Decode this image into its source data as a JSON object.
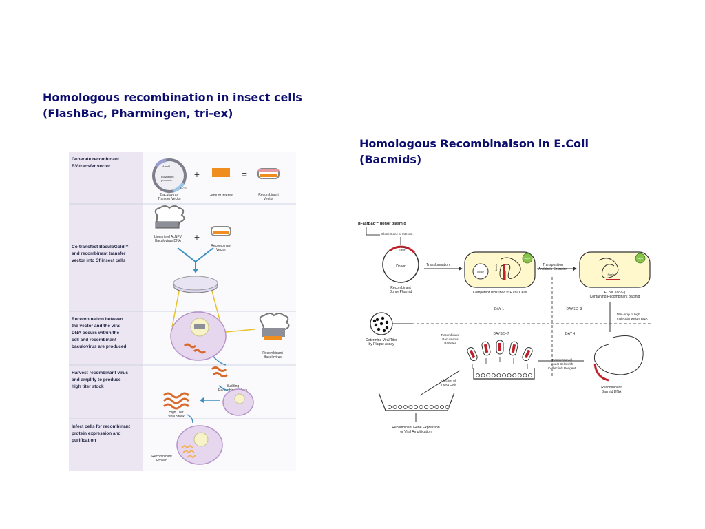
{
  "headings": {
    "left": [
      "Homologous recombination in insect cells",
      "(FlashBac, Pharmingen, tri-ex)"
    ],
    "right": [
      "Homologous Recombinaison in  E.Coli",
      "(Bacmids)"
    ]
  },
  "left_figure": {
    "steps": [
      [
        "Generate recombinant",
        "BV-transfer vector"
      ],
      [
        "Co-transfect BaculoGold™",
        "and recombinant transfer",
        "vector into Sf insect cells"
      ],
      [
        "Recombination between",
        "the vector and the viral",
        "DNA occurs within the",
        "cell and recombinant",
        "baculovirus are produced"
      ],
      [
        "Harvest recombinant virus",
        "and amplify to produce",
        "high titer stock"
      ],
      [
        "Infect cells for recombinant",
        "protein expression and",
        "purification"
      ]
    ],
    "labels": {
      "transfer_vector": [
        "Baculovirus",
        "Transfer Vector"
      ],
      "ampr": "AmpR",
      "polyhedrin": [
        "polyhedrin",
        "promoter"
      ],
      "mcs": "MCS",
      "plus": "+",
      "equals": "=",
      "gene_of_interest": "Gene of Interest",
      "recombinant_vector": [
        "Recombinant",
        "Vector"
      ],
      "linearized": [
        "Linearized AcNPV",
        "Baculovirus DNA"
      ],
      "recombinant_vector2": [
        "Recombinant",
        "Vector"
      ],
      "recombinant_baculovirus": [
        "Recombinant",
        "Baculovirus"
      ],
      "budding": [
        "Budding",
        "Recombinant Virus"
      ],
      "high_titer": [
        "High Titer",
        "Viral Stock"
      ],
      "recombinant_protein": [
        "Recombinant",
        "Protein"
      ]
    }
  },
  "right_figure": {
    "labels": {
      "donor_plasmid": "pFastBac™ donor plasmid",
      "clone": "Clone Gene of Interest",
      "foreign_gene": [
        "Foreign",
        "Gene"
      ],
      "donor": "Donor",
      "recombinant_donor": [
        "Recombinant",
        "Donor Plasmid"
      ],
      "transformation": "Transformation",
      "bacmid": "Bacmid",
      "helper": "Helper",
      "competent": "Competent DH10Bac™ E.coli Cells",
      "transposition": [
        "Transposition",
        "Antibiotic Selection"
      ],
      "containing": [
        "E. coli (lacZ−)",
        "Containing Recombinant Bacmid"
      ],
      "day1": "DAY 1",
      "days23": "DAYS 2–3",
      "miniprep": [
        "Mini-prep of high",
        "molecular weight DNA"
      ],
      "day4": "DAY 4",
      "days57": "DAYS 5–7",
      "determine": [
        "Determine Viral Titer",
        "by Plaque Assay"
      ],
      "particles": [
        "Recombinant",
        "Baculovirus",
        "Particles"
      ],
      "transfection": [
        "Transfection of",
        "Insect Cells with",
        "Cellfectin® Reagent"
      ],
      "bacmid_dna": [
        "Recombinant",
        "Bacmid DNA"
      ],
      "infection": [
        "Infection of",
        "Insect Cells"
      ],
      "expression": [
        "Recombinant Gene Expression",
        "or Viral Amplification"
      ]
    }
  }
}
